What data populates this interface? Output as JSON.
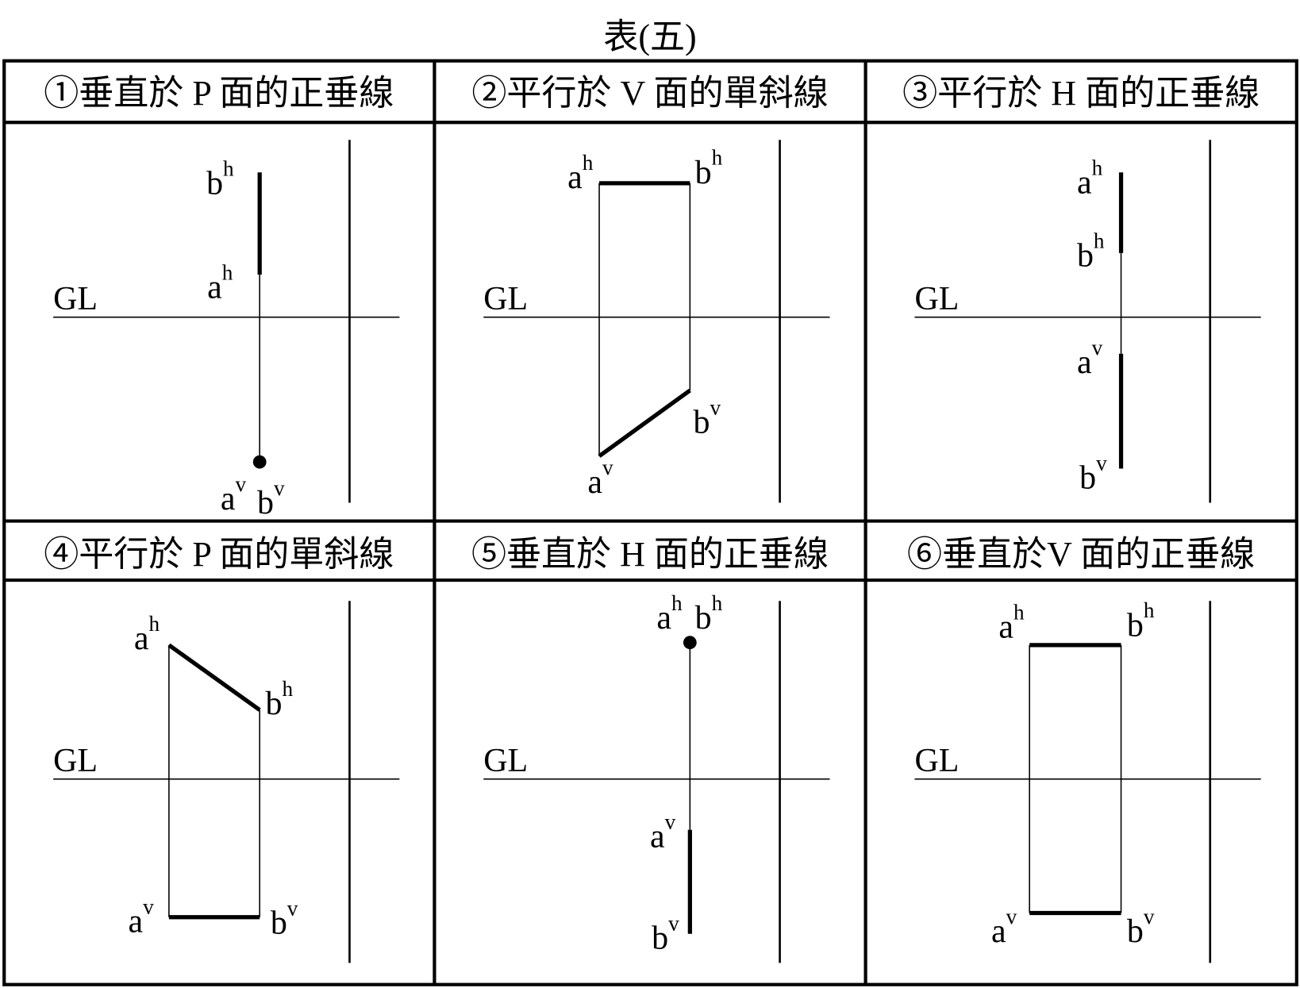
{
  "title": "表(五)",
  "gl_label": "GL",
  "panels": [
    {
      "header": "①垂直於 P 面的正垂線",
      "labels": [
        {
          "b": "b",
          "s": "h"
        },
        {
          "b": "a",
          "s": "h"
        },
        {
          "b": "a",
          "s": "v"
        },
        {
          "b": "b",
          "s": "v"
        }
      ]
    },
    {
      "header": "②平行於 V 面的單斜線",
      "labels": [
        {
          "b": "a",
          "s": "h"
        },
        {
          "b": "b",
          "s": "h"
        },
        {
          "b": "b",
          "s": "v"
        },
        {
          "b": "a",
          "s": "v"
        }
      ]
    },
    {
      "header": "③平行於 H 面的正垂線",
      "labels": [
        {
          "b": "a",
          "s": "h"
        },
        {
          "b": "b",
          "s": "h"
        },
        {
          "b": "a",
          "s": "v"
        },
        {
          "b": "b",
          "s": "v"
        }
      ]
    },
    {
      "header": "④平行於 P 面的單斜線",
      "labels": [
        {
          "b": "a",
          "s": "h"
        },
        {
          "b": "b",
          "s": "h"
        },
        {
          "b": "a",
          "s": "v"
        },
        {
          "b": "b",
          "s": "v"
        }
      ]
    },
    {
      "header": "⑤垂直於 H 面的正垂線",
      "labels": [
        {
          "b": "a",
          "s": "h"
        },
        {
          "b": "b",
          "s": "h"
        },
        {
          "b": "a",
          "s": "v"
        },
        {
          "b": "b",
          "s": "v"
        }
      ]
    },
    {
      "header": "⑥垂直於V 面的正垂線",
      "labels": [
        {
          "b": "a",
          "s": "h"
        },
        {
          "b": "b",
          "s": "h"
        },
        {
          "b": "a",
          "s": "v"
        },
        {
          "b": "b",
          "s": "v"
        }
      ]
    }
  ]
}
